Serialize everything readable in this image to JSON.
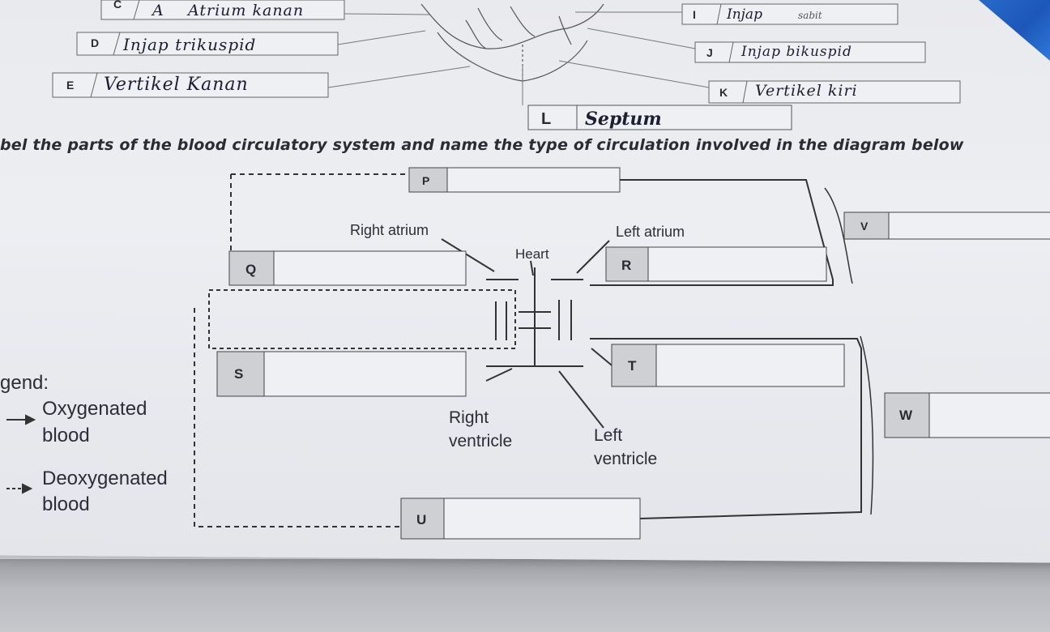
{
  "top_labels": [
    {
      "letter": "C",
      "text": "Atrium kanan",
      "scribble": "A"
    },
    {
      "letter": "D",
      "text": "Injap trikuspid"
    },
    {
      "letter": "E",
      "text": "Vertikel Kanan"
    },
    {
      "letter": "I",
      "text": "Injap",
      "extra": "sabit"
    },
    {
      "letter": "J",
      "text": "Injap bikuspid"
    },
    {
      "letter": "K",
      "text": "Vertikel kiri"
    },
    {
      "letter": "L",
      "text": "Septum"
    }
  ],
  "instruction": "bel the parts of the blood circulatory system and name the type of circulation involved in the diagram below",
  "diagram": {
    "heart": "Heart",
    "right_atrium": "Right atrium",
    "left_atrium": "Left atrium",
    "right_ventricle_1": "Right",
    "right_ventricle_2": "ventricle",
    "left_ventricle_1": "Left",
    "left_ventricle_2": "ventricle",
    "boxes": [
      "P",
      "Q",
      "R",
      "S",
      "T",
      "U",
      "V",
      "W"
    ]
  },
  "legend": {
    "title": "gend:",
    "oxygenated_1": "Oxygenated",
    "oxygenated_2": "blood",
    "deoxygenated_1": "Deoxygenated",
    "deoxygenated_2": "blood"
  }
}
